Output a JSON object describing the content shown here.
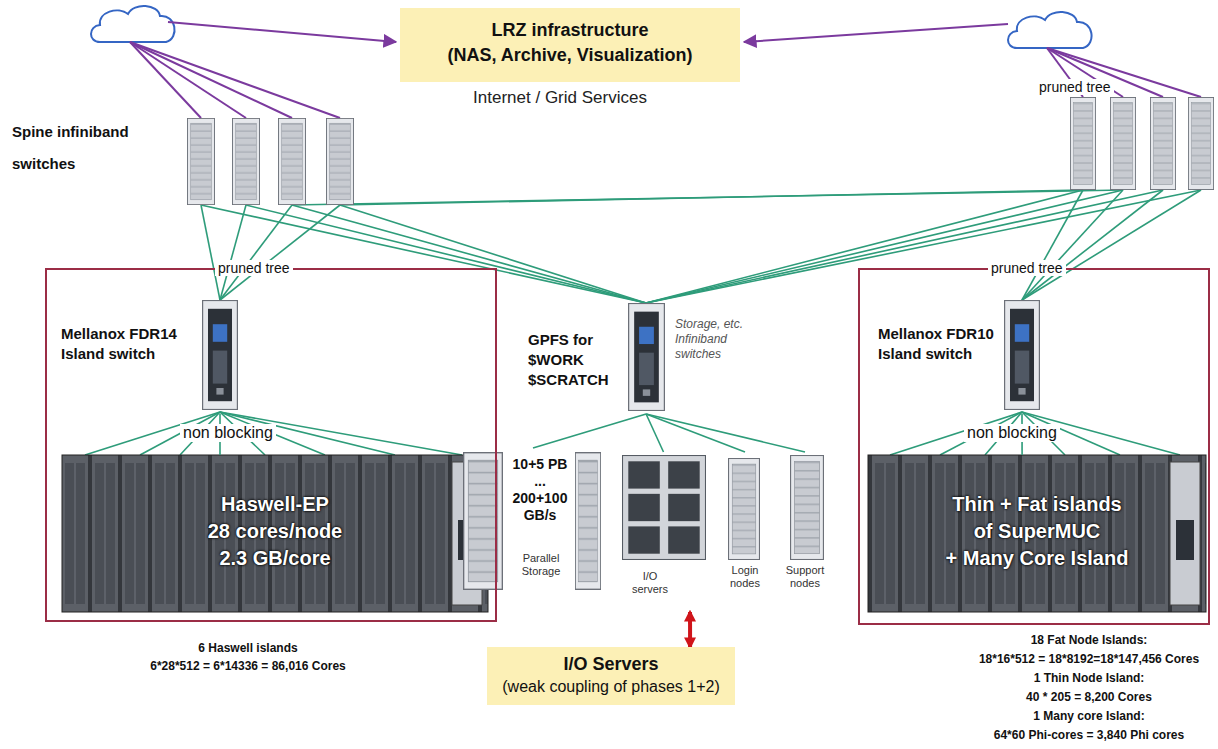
{
  "diagram": {
    "nodes": [
      {
        "text": [
          "LRZ infrastructure",
          "(NAS, Archive, Visualization)"
        ]
      },
      {
        "text": [
          "pruned tree"
        ]
      },
      {
        "text": [
          "Mellanox FDR14 Island switch"
        ],
        "in": 1
      },
      {
        "text": [
          "Haswell-EP",
          "28 cores/node",
          "2.3 GB/core"
        ],
        "in": 1
      },
      {
        "text": [
          "Storage, etc. Infiniband switches"
        ]
      },
      {
        "text": [
          "10+5 PB",
          "...",
          "200+100 GB/s",
          "Parallel Storage"
        ]
      },
      {
        "text": [
          "I/O servers"
        ]
      },
      {
        "text": [
          "Login nodes"
        ]
      },
      {
        "text": [
          "Support nodes"
        ]
      },
      {
        "text": [
          "pruned tree"
        ]
      },
      {
        "text": [
          "Mellanox FDR10 Island switch"
        ],
        "in": 9
      },
      {
        "text": [
          "Thin + Fat islands",
          "of SuperMUC",
          "+ Many Core Island"
        ],
        "in": 9
      },
      {
        "text": [
          "I/O Servers",
          "(weak coupling of phases 1+2)"
        ]
      }
    ],
    "edges": [
      {
        "from": 2,
        "to": 3,
        "arrow": "none"
      },
      {
        "from": 4,
        "to": 5,
        "arrow": "none"
      },
      {
        "from": 4,
        "to": 6,
        "arrow": "none"
      },
      {
        "from": 4,
        "to": 7,
        "arrow": "none"
      },
      {
        "from": 4,
        "to": 8,
        "arrow": "none"
      },
      {
        "from": 10,
        "to": 11,
        "arrow": "none"
      },
      {
        "from": 6,
        "to": 12,
        "arrow": "both"
      }
    ],
    "labels": [
      "Internet / Grid Services",
      "Spine infiniband switches",
      "pruned tree",
      "GPFS for $WORK $SCRATCH",
      "non blocking",
      "non blocking",
      "6 Haswell islands",
      "6*28*512 = 6*14336 = 86,016 Cores",
      "18 Fat Node Islands:",
      "18*16*512 = 18*8192=18*147,456 Cores",
      "1 Thin Node Island:",
      "40 * 205 = 8,200 Cores",
      "1 Many core Island:",
      "64*60 Phi-cores = 3,840 Phi cores"
    ]
  }
}
